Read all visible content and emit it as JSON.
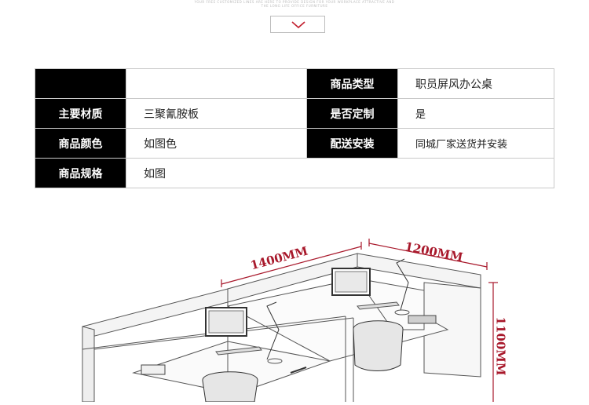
{
  "header": {
    "tiny_text": "YOUR FREE CUSTOMIZED LINES ARE HERE TO PROVIDE DESIGN FOR YOUR WORKPLACE ATTRACTIVE AND",
    "tiny_text2": "THE LONG LIFE OFFICE FURNITURE"
  },
  "specs": {
    "rows": [
      {
        "l1": "",
        "v1": "",
        "l2": "商品类型",
        "v2": "职员屏风办公桌"
      },
      {
        "l1": "主要材质",
        "v1": "三聚氰胺板",
        "l2": "是否定制",
        "v2": "是"
      },
      {
        "l1": "商品颜色",
        "v1": "如图色",
        "l2": "配送安装",
        "v2": "同城厂家送货并安装"
      },
      {
        "l1": "商品规格",
        "v1": "如图"
      }
    ]
  },
  "dimensions": {
    "width_a": "1400MM",
    "width_b": "1200MM",
    "height": "1100MM"
  },
  "colors": {
    "accent": "#a8182b",
    "label_bg": "#000000"
  }
}
